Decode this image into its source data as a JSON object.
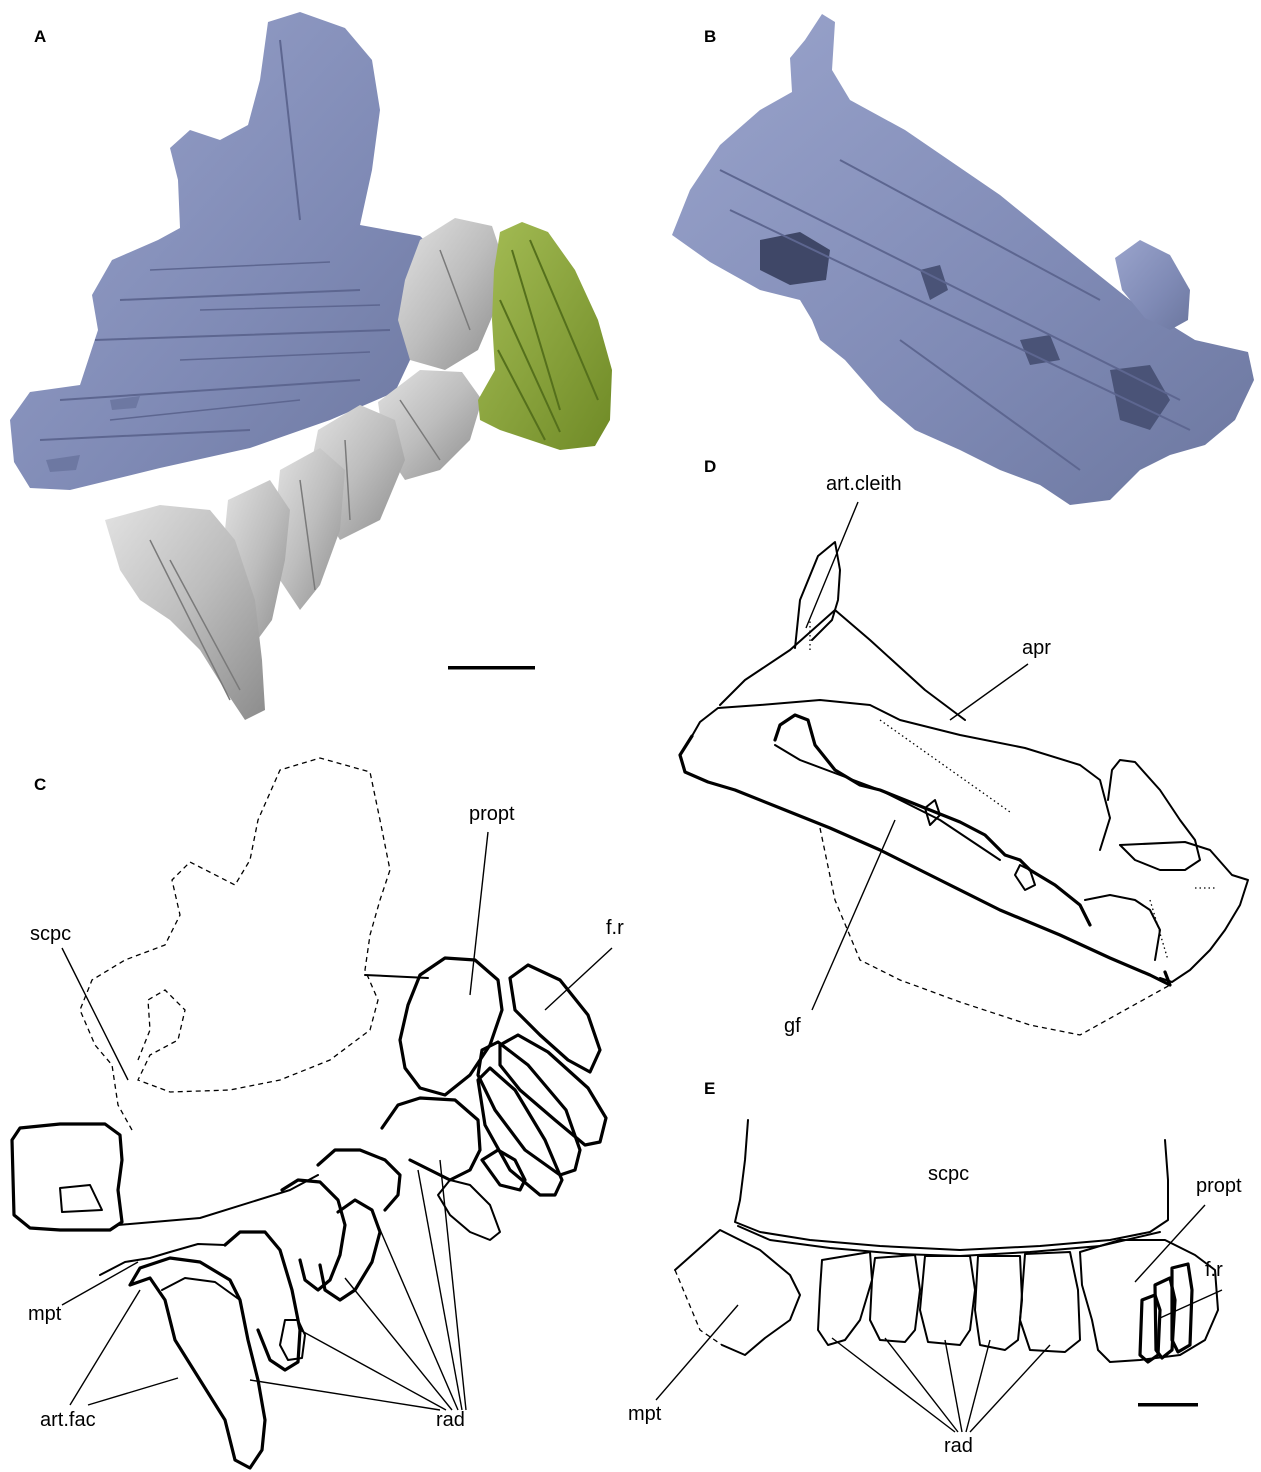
{
  "figure": {
    "panels": {
      "A": {
        "letter": "A"
      },
      "B": {
        "letter": "B"
      },
      "C": {
        "letter": "C",
        "labels": {
          "scpc": "scpc",
          "propt": "propt",
          "fr": "f.r",
          "mpt": "mpt",
          "artfac": "art.fac",
          "rad": "rad"
        }
      },
      "D": {
        "letter": "D",
        "labels": {
          "artcleith": "art.cleith",
          "apr": "apr",
          "gf": "gf"
        }
      },
      "E": {
        "letter": "E",
        "labels": {
          "scpc": "scpc",
          "propt": "propt",
          "fr": "f.r",
          "mpt": "mpt",
          "rad": "rad"
        }
      }
    },
    "colors": {
      "scapulocoracoid_render": "#8a95bd",
      "radials_render": "#bdbdbd",
      "fin_rays_render": "#8aa43c",
      "line_art": "#000000",
      "background": "#ffffff"
    }
  }
}
